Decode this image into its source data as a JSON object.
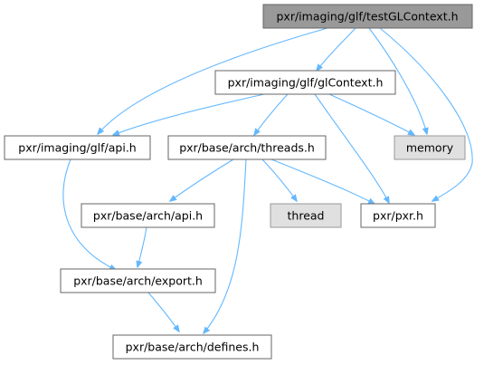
{
  "diagram": {
    "type": "include-dependency-graph",
    "colors": {
      "edge": "#63B8FF",
      "node_stroke": "#666666",
      "root_fill": "#999999",
      "root_stroke": "#666666",
      "system_fill": "#E0E0E0",
      "system_stroke": "#999999",
      "normal_fill": "#FFFFFF"
    },
    "nodes": {
      "test_gl_context": {
        "label": "pxr/imaging/glf/testGLContext.h",
        "kind": "root"
      },
      "gl_context": {
        "label": "pxr/imaging/glf/glContext.h",
        "kind": "header"
      },
      "glf_api": {
        "label": "pxr/imaging/glf/api.h",
        "kind": "header"
      },
      "threads": {
        "label": "pxr/base/arch/threads.h",
        "kind": "header"
      },
      "memory": {
        "label": "memory",
        "kind": "system"
      },
      "arch_api": {
        "label": "pxr/base/arch/api.h",
        "kind": "header"
      },
      "thread": {
        "label": "thread",
        "kind": "system"
      },
      "pxr": {
        "label": "pxr/pxr.h",
        "kind": "header"
      },
      "export": {
        "label": "pxr/base/arch/export.h",
        "kind": "header"
      },
      "defines": {
        "label": "pxr/base/arch/defines.h",
        "kind": "header"
      }
    },
    "edges": [
      {
        "from": "test_gl_context",
        "to": "gl_context"
      },
      {
        "from": "test_gl_context",
        "to": "glf_api"
      },
      {
        "from": "test_gl_context",
        "to": "memory"
      },
      {
        "from": "test_gl_context",
        "to": "pxr"
      },
      {
        "from": "gl_context",
        "to": "glf_api"
      },
      {
        "from": "gl_context",
        "to": "threads"
      },
      {
        "from": "gl_context",
        "to": "memory"
      },
      {
        "from": "gl_context",
        "to": "pxr"
      },
      {
        "from": "glf_api",
        "to": "export"
      },
      {
        "from": "threads",
        "to": "arch_api"
      },
      {
        "from": "threads",
        "to": "thread"
      },
      {
        "from": "threads",
        "to": "pxr"
      },
      {
        "from": "threads",
        "to": "defines"
      },
      {
        "from": "arch_api",
        "to": "export"
      },
      {
        "from": "export",
        "to": "defines"
      }
    ]
  }
}
